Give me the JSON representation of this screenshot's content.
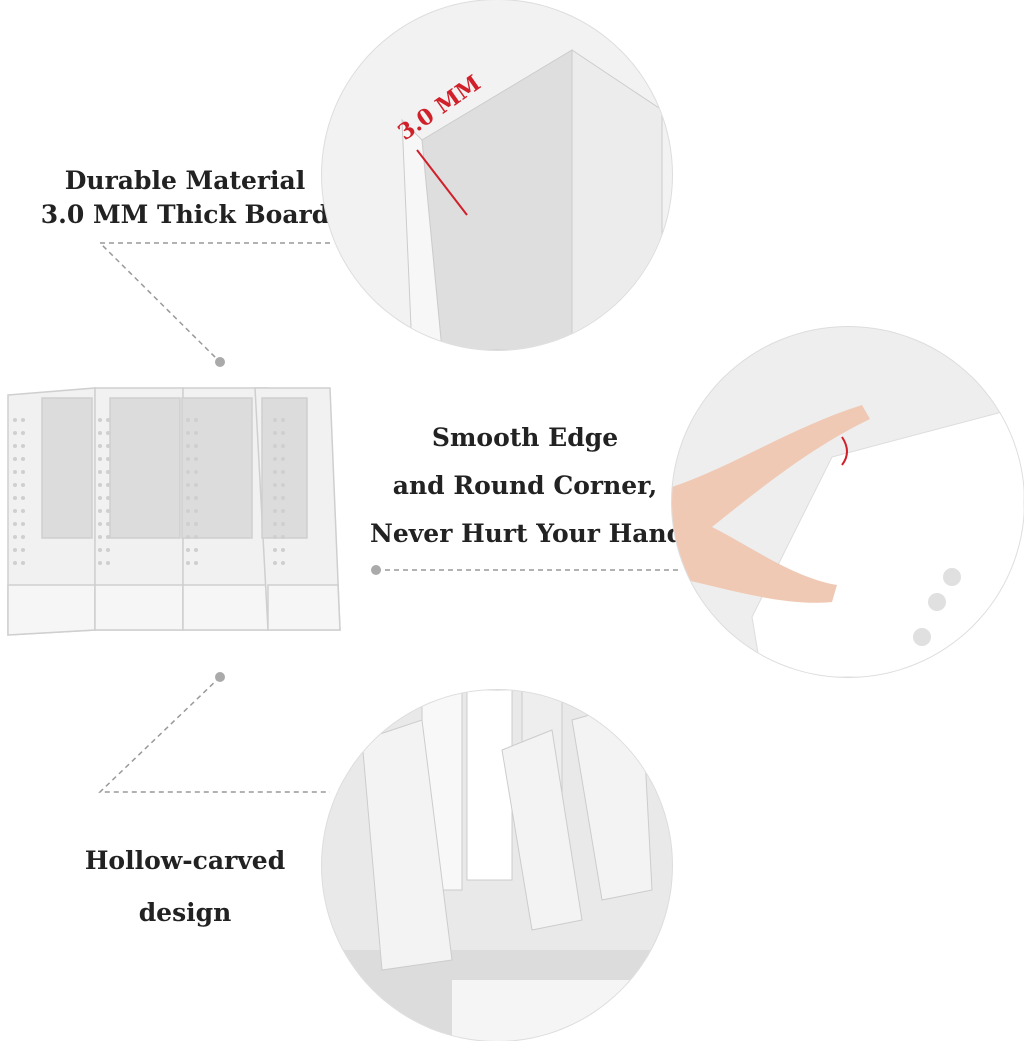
{
  "features": [
    {
      "lines": [
        "Durable Material",
        "3.0 MM Thick Board"
      ],
      "detail_label": "3.0 MM",
      "icon": "thick-board-closeup"
    },
    {
      "lines": [
        "Smooth Edge",
        "and Round Corner,",
        "Never Hurt Your Hand"
      ],
      "icon": "finger-touching-edge"
    },
    {
      "lines": [
        "Hollow-carved",
        "design"
      ],
      "icon": "organizer-with-books"
    }
  ],
  "colors": {
    "text": "#222222",
    "accent_red": "#d0202a",
    "product_gray": "#e6e6e6",
    "dash": "#999999"
  }
}
